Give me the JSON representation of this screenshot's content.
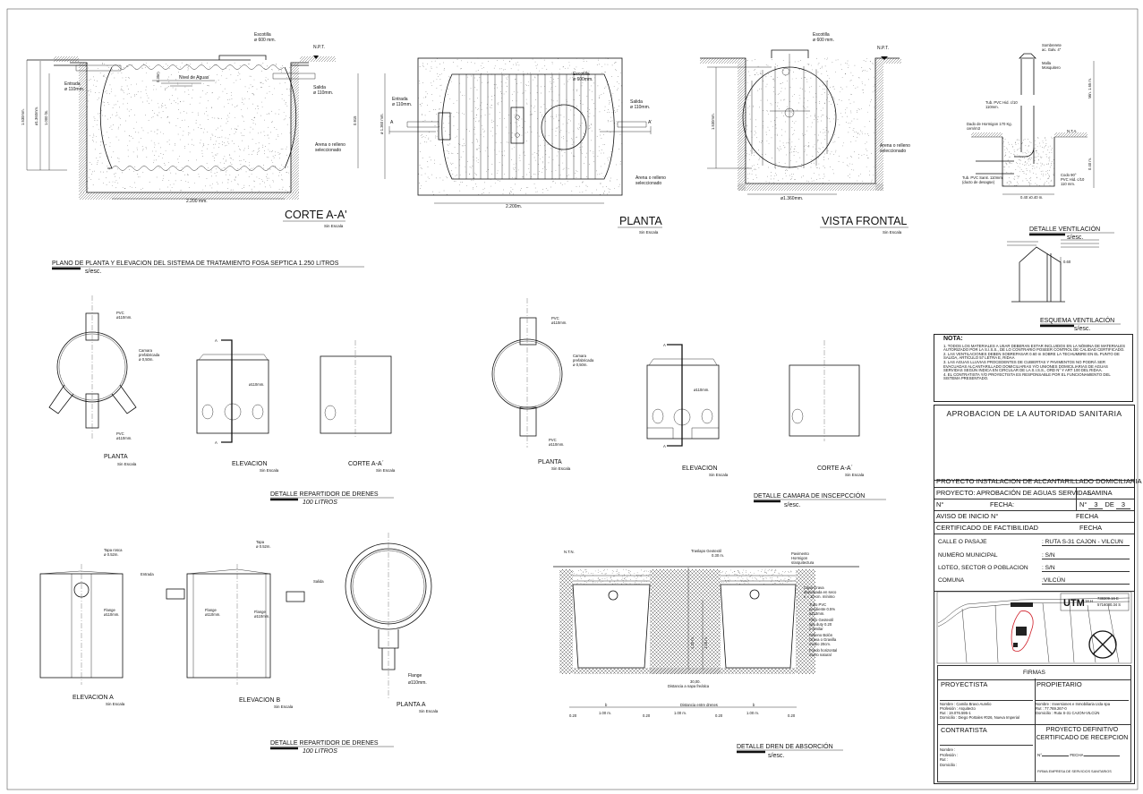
{
  "corte_aa": {
    "escotilla": "Escotilla",
    "escotilla_dim": "ø 600 mm.",
    "npt": "N.P.T.",
    "entrada": "Entrada",
    "entrada_dim": "ø 110mm.",
    "salida": "Salida",
    "salida_dim": "ø 110mm.",
    "nivel": "Nivel de Aguas",
    "dim_top": "0.35m",
    "dim_1530": "1.530mm.",
    "dim_1360": "ø1.360mm.",
    "dim_1000": "1.000 lts.",
    "dim_0915": "0.915",
    "arena": "Arena o relleno",
    "arena2": "seleccionado",
    "width": "2.200 mm.",
    "title": "CORTE A-A'",
    "scale": "Sin Escala"
  },
  "main_title": "PLANO DE PLANTA Y ELEVACION DEL SISTEMA DE TRATAMIENTO FOSA SEPTICA 1.250 LITROS",
  "main_scale": "s/esc.",
  "planta": {
    "dim_diam": "ø 1.360 mm.",
    "entrada": "Entrada",
    "entrada_dim": "ø 110mm.",
    "salida": "Salida",
    "salida_dim": "ø 110mm.",
    "escotilla": "Escotilla",
    "escotilla_dim": "ø 600mm.",
    "a": "A",
    "a2": "A'",
    "arena": "Arena o relleno",
    "arena2": "seleccionado",
    "width": "2.200m.",
    "title": "PLANTA",
    "scale": "Sin Escala"
  },
  "vista": {
    "escotilla": "Escotilla",
    "escotilla_dim": "ø 600 mm.",
    "npt": "N.P.T.",
    "height": "1.530mm.",
    "arena": "Arena o relleno",
    "arena2": "seleccionado",
    "width": "ø1.360mm.",
    "title": "VISTA FRONTAL",
    "scale": "Sin Escala"
  },
  "ventilacion": {
    "sombrerete": "Sombrerete",
    "sombrerete2": "ac. Galv. 4\"",
    "malla": "Malla",
    "malla2": "Mosquitero",
    "tubo": "Tub. PVC Hid. c/10",
    "tubo2": "110mm.",
    "dado": "Dado de Hormigon 170 Kg.",
    "dado2": "cem/m3",
    "tubo_sanit": "Tub. PVC Sanit. 110mm.",
    "tubo_sanit2": "(ducto de desagüe)",
    "codo": "Codo 90°",
    "codo2": "PVC Hid. c/10",
    "codo3": "110 mm.",
    "nta": "N.T.A.",
    "dim_min": "Min. 1.65 m.",
    "dim_depth": "0.40 m.",
    "dim_base": "0.40 x0.40 m.",
    "title": "DETALLE VENTILACIÓN",
    "scale": "s/esc."
  },
  "esquema": {
    "title": "ESQUEMA VENTILACIÓN",
    "scale": "s/esc.",
    "dim": "0.60"
  },
  "nota": {
    "title": "NOTA:",
    "items": [
      "1. TODOS LOS MATERIALES A USAR DEBERAN ESTAR INCLUIDOS EN LA NÓMINA DE MATERIALES AUTORIZADO POR LA S.I.S.S., DE LO CONTRARIO POSEER CONTROL DE CALIDAD CERTIFICADO.",
      "2. LAS VENTILACIONES DEBEN SOBREPASAR 0.60 m SOBRE LA TECHUMBRE EN EL PUNTO DE SALIDA, ARTICULO 57 LETRA E, RIDAA",
      "3. LAS AGUAS LLUVIAS PROCEDENTES DE CUBIERTAS Y PAVIMENTOS NO PODRÁ SER EVACUADAS ALCANTARILLADO DOMICILIARIAS Y/O UNIONES DOMICILIARIAS DE AGUAS SERVIDAS SEGÚN INDICA EN CIRCULAR DE LA S.I.S.S., ORD N° Y ART 100 DEL RIDAA.",
      "4. EL CONTRATISTA Y/O PROYECTISTA ES RESPONSABLE POR EL FUNCIONAMIENTO DEL SISTEMA PRESENTADO."
    ]
  },
  "title_block": {
    "aprobacion": "APROBACION DE LA AUTORIDAD SANITARIA",
    "proyecto_instalacion": "PROYECTO INSTALACION DE ALCANTARILLADO DOMICILIARIA",
    "proyecto": "PROYECTO: APROBACIÓN DE AGUAS SERVIDAS",
    "lamina": "LAMINA",
    "n_label": "N°",
    "fecha_label": "FECHA:",
    "lamina_n": "N°",
    "lamina_num": "3",
    "lamina_de": "DE",
    "lamina_total": "3",
    "aviso": "AVISO DE INICIO N°",
    "aviso_fecha": "FECHA",
    "certificado": "CERTIFICADO DE FACTIBILIDAD",
    "cert_fecha": "FECHA",
    "fields": [
      {
        "label": "CALLE O PASAJE",
        "value": ": RUTA S-31 CAJON - VILCUN"
      },
      {
        "label": "NUMERO MUNICIPAL",
        "value": ": S/N"
      },
      {
        "label": "LOTEO, SECTOR O POBLACION",
        "value": ": S/N"
      },
      {
        "label": "COMUNA",
        "value": ":VILCÚN"
      }
    ],
    "utm": "UTM",
    "utm_zone": "18 H",
    "utm_e": "738309.16 E",
    "utm_n": "5716080.34 S",
    "firmas": "FIRMAS",
    "proyectista": "PROYECTISTA",
    "proyectista_info": [
      "Nombre : Camila Bravo Aurelio",
      "Profesión : Arquitecto",
      "Rut : 19.076.595-1",
      "Domicilio : Diego Portales #026, Nueva Imperial"
    ],
    "propietario": "PROPIETARIO",
    "propietario_info": [
      "Nombre : Inversiones e Inmobiliaria Ltda spa",
      "Rut : 77.769.267-0",
      "Domicilio : Ruta S-31 CAJON-VILCÚN"
    ],
    "contratista": "CONTRATISTA",
    "contratista_info": [
      "Nombre :",
      "Profesión :",
      "Rut :",
      "Domicilio :"
    ],
    "definitivo": "PROYECTO DEFINITIVO",
    "recepcion": "CERTIFICADO DE RECEPCION",
    "rec_n": "N°",
    "rec_fecha": "FECHA",
    "firma_empresa": "FIRMA EMPRESA DE SERVICIOS SANITARIOS"
  },
  "repartidor1": {
    "pvc": "PVC",
    "pvc_dim": "ø110mm.",
    "camara": "Camara",
    "camara2": "prefabricada",
    "camara3": "ø 0,50m.",
    "pvc_b": "PVC",
    "pvc_b_dim": "ø110mm.",
    "elev_dim": "ø110mm.",
    "a": "A",
    "planta": "PLANTA",
    "elevacion": "ELEVACION",
    "corte": "CORTE A-A´",
    "scale": "Sin Escala",
    "detail_title": "DETALLE REPARTIDOR DE DRENES",
    "detail_sub": "100 LITROS"
  },
  "camara": {
    "pvc": "PVC",
    "pvc_dim": "ø110mm.",
    "camara": "Camara",
    "camara2": "prefabricada",
    "camara3": "ø 0,50m.",
    "pvc_b": "PVC",
    "pvc_b_dim": "ø110mm.",
    "elev_dim": "ø110mm.",
    "a": "A",
    "planta": "PLANTA",
    "elevacion": "ELEVACION",
    "corte": "CORTE A-A´",
    "scale": "Sin Escala",
    "detail_title": "DETALLE CAMARA DE INSCEPCCIÓN",
    "detail_sub": "s/esc."
  },
  "repartidor2": {
    "tapa_rosca": "Tapa rosca",
    "tapa_rosca_dim": "ø 0.52m.",
    "flange": "Flange",
    "flange_dim": "ø110mm.",
    "entrada": "Entrada",
    "tapa": "Tapa",
    "tapa_dim": "ø 0.52m.",
    "salida": "Salida",
    "elev_a": "ELEVACION A",
    "elev_b": "ELEVACION B",
    "planta_a": "PLANTA A",
    "scale": "Sin Escala",
    "flange_big": "Flange",
    "flange_big_dim": "ø110mm.",
    "detail_title": "DETALLE REPARTIDOR DE DRENES",
    "detail_sub": "100 LITROS"
  },
  "dren": {
    "ntn": "N.T.N.",
    "traslapo": "Traslapo Geotextil",
    "traslapo2": "0.30 m.",
    "pavimento": "Pavimento",
    "pavimento2": "Hormigon",
    "pavimento3": "s/arquitectura",
    "grava": "Capa Grava",
    "grava2": "depositada en seco",
    "grava3": "e = 10 cm. mínimo",
    "tubo": "Tubo PVC",
    "tubo2": "pendiente 0.5%",
    "tubo3": "ø110mm.",
    "filtro": "Filtro Geotextil",
    "filtro2": "tipo duty 0.20",
    "filtro3": "o similar",
    "relleno": "Relleno Bolón",
    "relleno2": "Grava o Gravilla",
    "relleno3": "medio 20cm.",
    "fondo": "Fondo horizontal",
    "fondo2": "Suelo natural",
    "h1": "1.20 m.",
    "h2": "1.00 m.",
    "napa": "30,00.",
    "napa2": "Distancia a napa freática",
    "b": "b",
    "w": "1.00 m.",
    "gap": "0.20",
    "entre": "Distancia entre drenes",
    "title": "DETALLE DREN DE ABSORCIÓN",
    "scale": "s/esc."
  }
}
